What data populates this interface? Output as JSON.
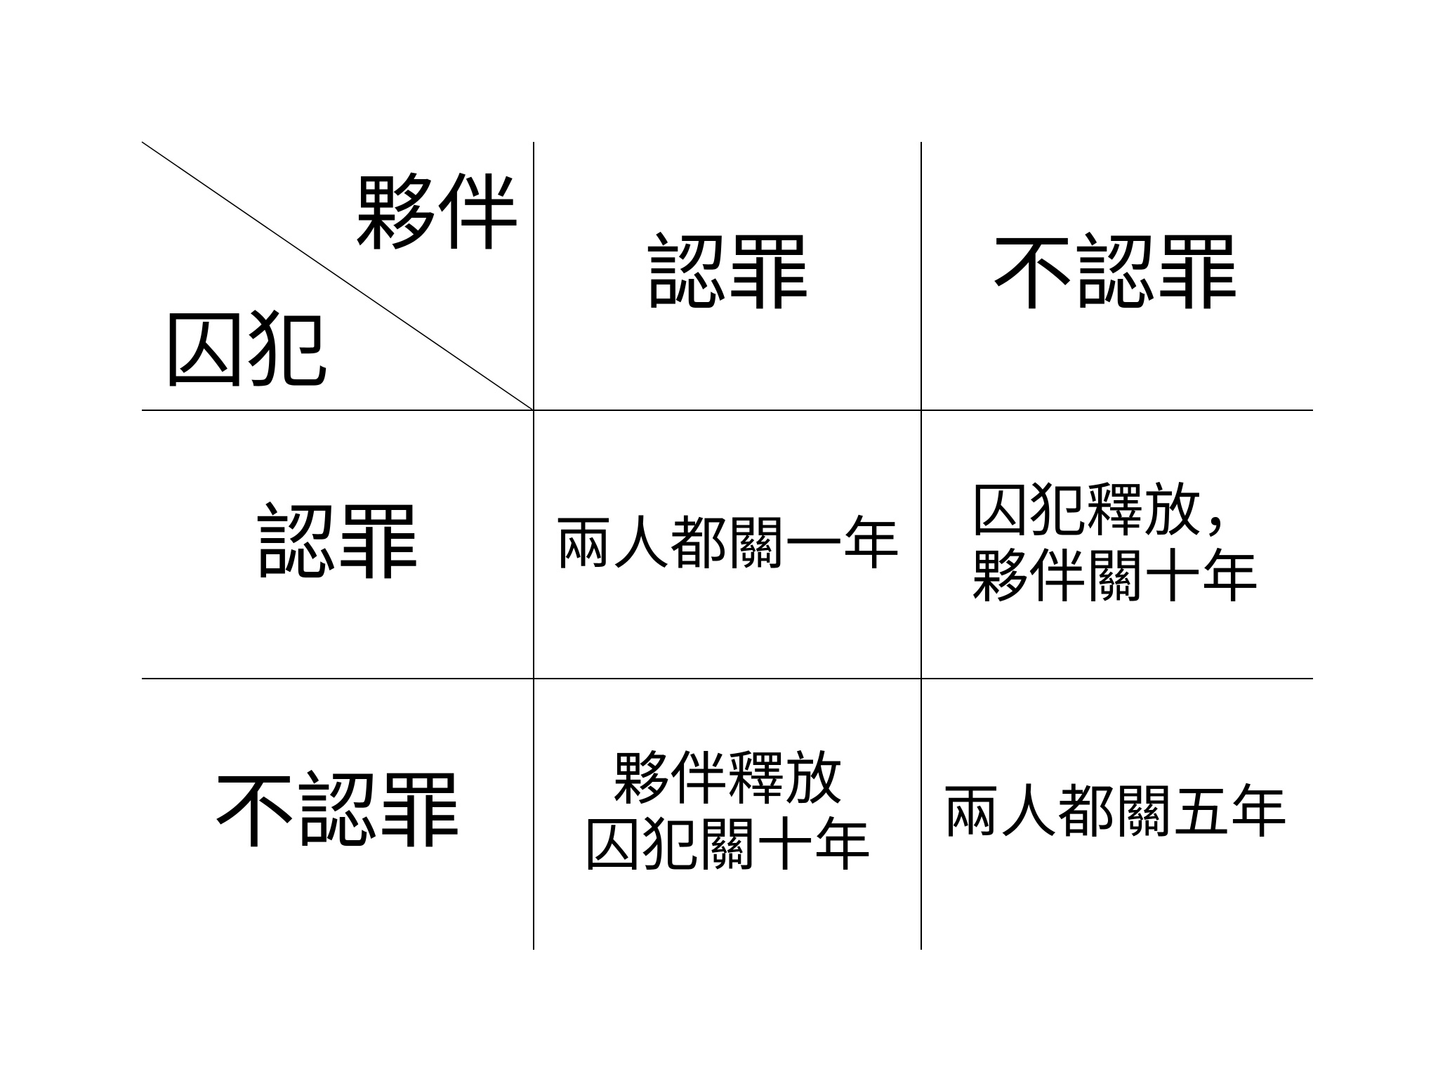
{
  "matrix": {
    "corner": {
      "column_label": "夥伴",
      "row_label": "囚犯"
    },
    "columns": [
      "認罪",
      "不認罪"
    ],
    "rows": [
      "認罪",
      "不認罪"
    ],
    "cells": [
      [
        {
          "lines": [
            "兩人都關一年"
          ]
        },
        {
          "lines": [
            "囚犯釋放，",
            "夥伴關十年"
          ]
        }
      ],
      [
        {
          "lines": [
            "夥伴釋放",
            "囚犯關十年"
          ]
        },
        {
          "lines": [
            "兩人都關五年"
          ]
        }
      ]
    ]
  }
}
